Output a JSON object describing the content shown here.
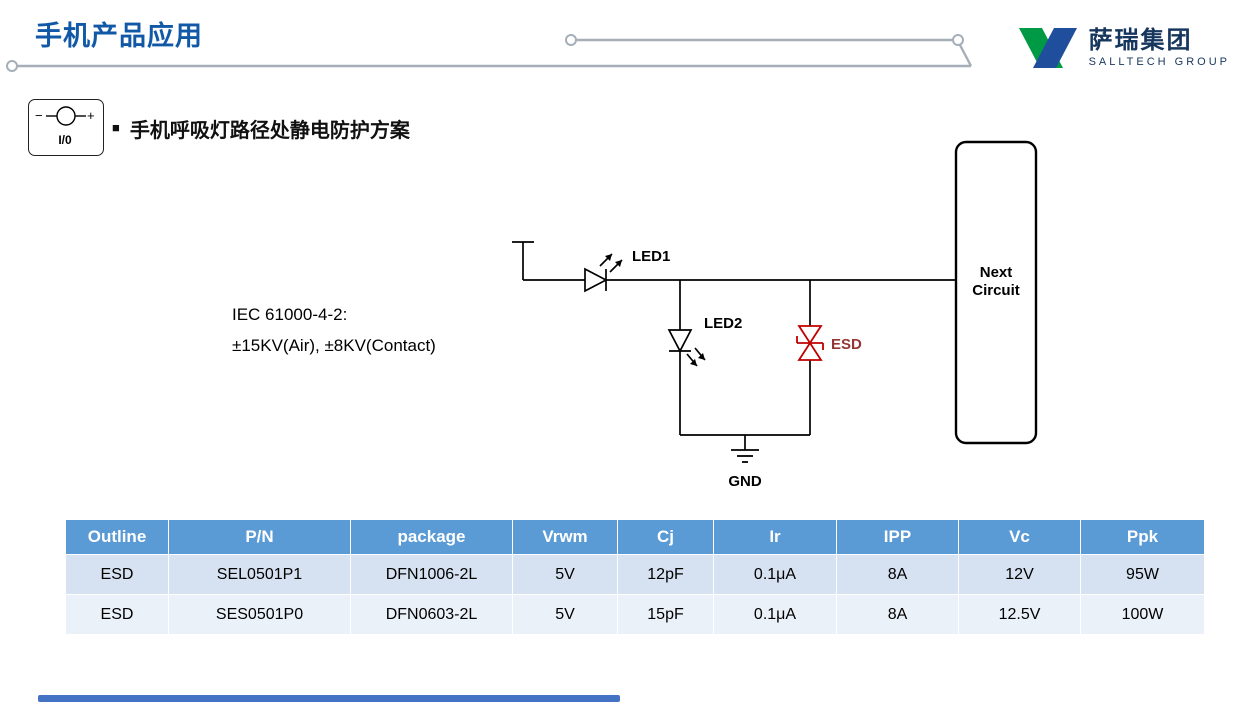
{
  "slide": {
    "title": "手机产品应用"
  },
  "section": {
    "bullet": "■",
    "heading": "手机呼吸灯路径处静电防护方案"
  },
  "logo": {
    "name": "萨瑞集团",
    "subtitle": "SALLTECH GROUP"
  },
  "io_box": {
    "minus": "−",
    "plus": "+",
    "label": "I/0"
  },
  "circuit": {
    "led1": "LED1",
    "led2": "LED2",
    "esd": "ESD",
    "gnd": "GND",
    "next_line1": "Next",
    "next_line2": "Circuit",
    "iec_line1": "IEC 61000-4-2:",
    "iec_line2": "±15KV(Air), ±8KV(Contact)"
  },
  "table": {
    "headers": [
      "Outline",
      "P/N",
      "package",
      "Vrwm",
      "Cj",
      "Ir",
      "IPP",
      "Vc",
      "Ppk"
    ],
    "rows": [
      [
        "ESD",
        "SEL0501P1",
        "DFN1006-2L",
        "5V",
        "12pF",
        "0.1μA",
        "8A",
        "12V",
        "95W"
      ],
      [
        "ESD",
        "SES0501P0",
        "DFN0603-2L",
        "5V",
        "15pF",
        "0.1μA",
        "8A",
        "12.5V",
        "100W"
      ]
    ]
  },
  "colors": {
    "title_blue": "#1159A6",
    "logo_navy": "#17365D",
    "logo_green": "#009A44",
    "logo_blue": "#1F4E9C",
    "table_header_bg": "#5B9BD5",
    "row_odd_bg": "#D6E2F2",
    "row_even_bg": "#EBF1F9",
    "esd_red": "#C00000",
    "esd_label_red": "#943634",
    "footer_blue": "#4472C4",
    "deco_gray": "#A6AEB8"
  }
}
